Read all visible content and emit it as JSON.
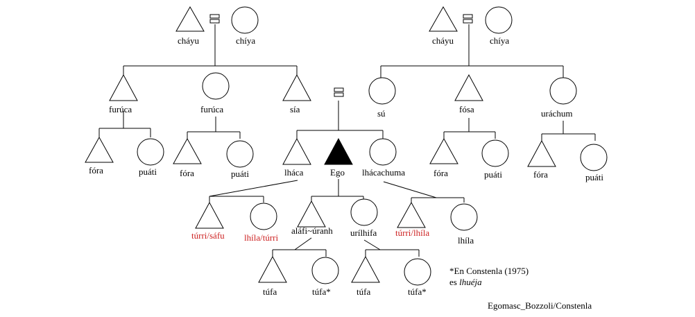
{
  "colors": {
    "black": "#000000",
    "red": "#cc1f1f",
    "background": "#ffffff"
  },
  "grandparents_left": {
    "male": "cháyu",
    "female": "chíya"
  },
  "grandparents_right": {
    "male": "cháyu",
    "female": "chíya"
  },
  "parents_left": {
    "uncle": "furúca",
    "mother": "furúca",
    "brother": "sía"
  },
  "parents_right": {
    "aunt": "sú",
    "father": "fósa",
    "aunt2": "uráchum"
  },
  "cousins": {
    "m1": "fóra",
    "f1": "puáti",
    "m2": "fóra",
    "f2": "puáti",
    "m3": "fóra",
    "f3": "puáti",
    "m4": "fóra",
    "f4": "puáti"
  },
  "ego_generation": {
    "brother": "lháca",
    "ego": "Ego",
    "sister": "lhácachuma"
  },
  "next_generation": {
    "bro_son": "túrri/sáfu",
    "bro_daughter": "lhíla/túrri",
    "son": "aláfi~úranh",
    "daughter": "urílhifa",
    "sis_son": "túrri/lhíla",
    "sis_daughter": "lhíla"
  },
  "grandchildren": {
    "m1": "túfa",
    "f1": "túfa*",
    "m2": "túfa",
    "f2": "túfa*"
  },
  "note": {
    "line1": "*En Constenla (1975)",
    "line2_prefix": "es ",
    "line2_italic": "lhuéja"
  },
  "caption": "Egomasc_Bozzoli/Constenla"
}
